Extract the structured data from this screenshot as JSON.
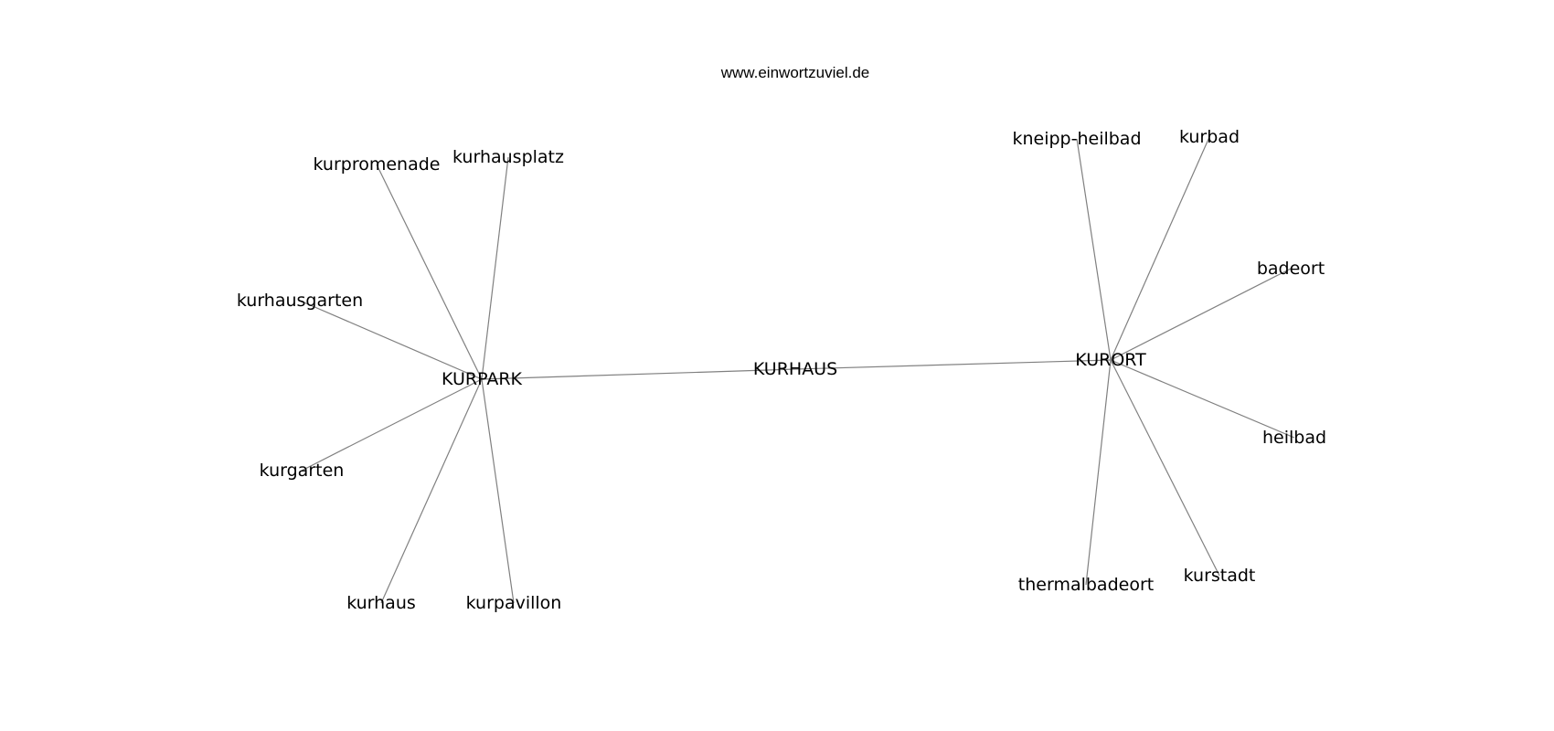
{
  "site_caption": "www.einwortzuviel.de",
  "graph": {
    "nodes": [
      {
        "id": "KURHAUS",
        "label": "KURHAUS"
      },
      {
        "id": "KURPARK",
        "label": "KURPARK"
      },
      {
        "id": "KURORT",
        "label": "KURORT"
      },
      {
        "id": "kurpromenade",
        "label": "kurpromenade"
      },
      {
        "id": "kurhausplatz",
        "label": "kurhausplatz"
      },
      {
        "id": "kurhausgarten",
        "label": "kurhausgarten"
      },
      {
        "id": "kurgarten",
        "label": "kurgarten"
      },
      {
        "id": "kurhaus",
        "label": "kurhaus"
      },
      {
        "id": "kurpavillon",
        "label": "kurpavillon"
      },
      {
        "id": "kneipp-heilbad",
        "label": "kneipp-heilbad"
      },
      {
        "id": "kurbad",
        "label": "kurbad"
      },
      {
        "id": "badeort",
        "label": "badeort"
      },
      {
        "id": "heilbad",
        "label": "heilbad"
      },
      {
        "id": "kurstadt",
        "label": "kurstadt"
      },
      {
        "id": "thermalbadeort",
        "label": "thermalbadeort"
      }
    ],
    "edges": [
      [
        "KURPARK",
        "KURHAUS"
      ],
      [
        "KURHAUS",
        "KURORT"
      ],
      [
        "KURPARK",
        "kurpromenade"
      ],
      [
        "KURPARK",
        "kurhausplatz"
      ],
      [
        "KURPARK",
        "kurhausgarten"
      ],
      [
        "KURPARK",
        "kurgarten"
      ],
      [
        "KURPARK",
        "kurhaus"
      ],
      [
        "KURPARK",
        "kurpavillon"
      ],
      [
        "KURORT",
        "kneipp-heilbad"
      ],
      [
        "KURORT",
        "kurbad"
      ],
      [
        "KURORT",
        "badeort"
      ],
      [
        "KURORT",
        "heilbad"
      ],
      [
        "KURORT",
        "kurstadt"
      ],
      [
        "KURORT",
        "thermalbadeort"
      ]
    ]
  }
}
